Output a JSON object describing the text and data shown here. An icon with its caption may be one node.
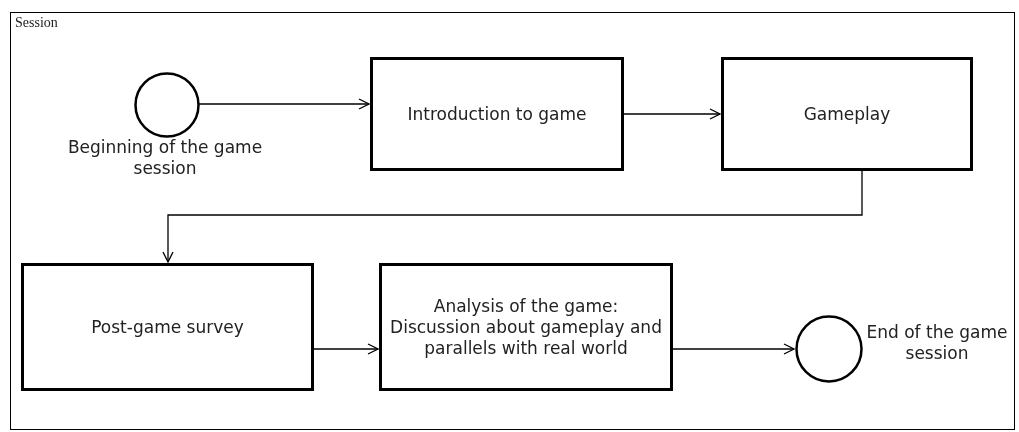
{
  "diagram": {
    "nodes": [
      {
        "text": [
          "Session"
        ]
      },
      {
        "text": [],
        "shape": "circle",
        "beside": [
          "Beginning of the game session"
        ],
        "in": 0
      },
      {
        "text": [
          "Introduction to game"
        ],
        "in": 0
      },
      {
        "text": [
          "Gameplay"
        ],
        "in": 0
      },
      {
        "text": [
          "Post-game survey"
        ],
        "in": 0
      },
      {
        "text": [
          "Analysis of the game: Discussion about gameplay and parallels with real world"
        ],
        "in": 0
      },
      {
        "text": [],
        "shape": "circle",
        "beside": [
          "End of the game session"
        ],
        "in": 0
      }
    ],
    "edges": [
      {
        "from": 1,
        "to": 2,
        "arrow": "to"
      },
      {
        "from": 2,
        "to": 3,
        "arrow": "to"
      },
      {
        "from": 3,
        "to": 4,
        "arrow": "to"
      },
      {
        "from": 4,
        "to": 5,
        "arrow": "to"
      },
      {
        "from": 5,
        "to": 6,
        "arrow": "to"
      }
    ]
  }
}
